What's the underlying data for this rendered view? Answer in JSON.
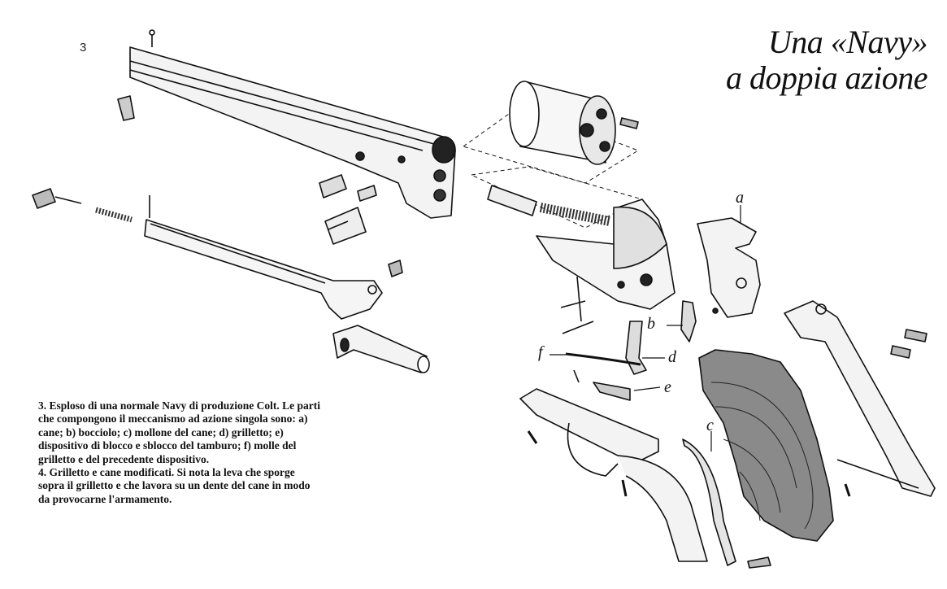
{
  "figure_number": "3",
  "title": {
    "line1": "Una «Navy»",
    "line2": "a doppia azione"
  },
  "part_labels": {
    "a": "a",
    "b": "b",
    "c": "c",
    "d": "d",
    "e": "e",
    "f": "f"
  },
  "caption": {
    "fig3": "3. Esploso di una normale Navy di produzione Colt. Le parti che compongono il meccanismo ad azione singola sono: a) cane; b) bocciolo; c) mollone del cane; d) grilletto; e) dispositivo di blocco e sblocco del tamburo; f) molle del grilletto e del precedente dispositivo.",
    "fig4": "4. Grilletto e cane modificati. Si nota la leva che sporge sopra il grilletto e che lavora su un dente del cane in modo da provocarne l'armamento."
  }
}
